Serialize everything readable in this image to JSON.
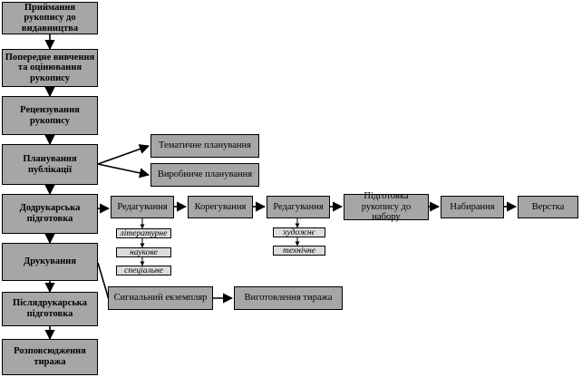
{
  "stages": [
    {
      "id": "receipt",
      "label": "Приймання рукопису до видавництва"
    },
    {
      "id": "preliminary",
      "label": "Попередне вивчення та оцінювання рукопису"
    },
    {
      "id": "review",
      "label": "Рецензування рукопису"
    },
    {
      "id": "planning",
      "label": "Планування публікації"
    },
    {
      "id": "prepress",
      "label": "Додрукарська підготовка"
    },
    {
      "id": "printing",
      "label": "Друкування"
    },
    {
      "id": "postpress",
      "label": "Післядрукарська підготовка"
    },
    {
      "id": "distribution",
      "label": "Розповсюдження тиража"
    }
  ],
  "planning_branches": [
    {
      "id": "thematic",
      "label": "Тематичне планування"
    },
    {
      "id": "production",
      "label": "Виробниче планування"
    }
  ],
  "prepress_chain": [
    {
      "id": "editing1",
      "label": "Редагування"
    },
    {
      "id": "proofreading",
      "label": "Корегування"
    },
    {
      "id": "editing2",
      "label": "Редагування"
    },
    {
      "id": "preparation",
      "label": "Підготовка рукопису до набору"
    },
    {
      "id": "typesetting",
      "label": "Набирання"
    },
    {
      "id": "layout",
      "label": "Верстка"
    }
  ],
  "editing1_types": [
    "літературне",
    "наукове",
    "спеціальне"
  ],
  "editing2_types": [
    "художнє",
    "технічне"
  ],
  "printing_chain": [
    {
      "id": "signal",
      "label": "Сигнальний екземпляр"
    },
    {
      "id": "run",
      "label": "Виготовлення тиража"
    }
  ]
}
